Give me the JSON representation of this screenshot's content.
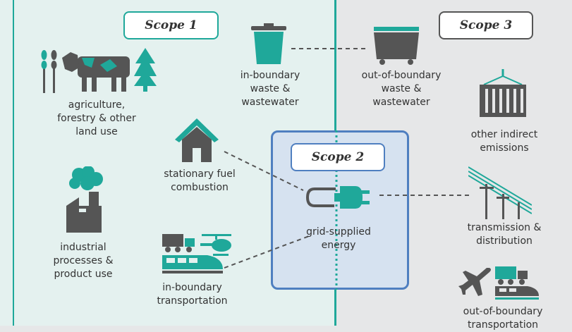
{
  "scopes": {
    "scope1": "Scope 1",
    "scope2": "Scope 2",
    "scope3": "Scope 3"
  },
  "labels": {
    "afolu": "agriculture,\nforestry & other\nland use",
    "industrial": "industrial\nprocesses &\nproduct use",
    "in_waste": "in-boundary\nwaste &\nwastewater",
    "stationary": "stationary fuel\ncombustion",
    "in_transport": "in-boundary\ntransportation",
    "grid": "grid-supplied\nenergy",
    "out_waste": "out-of-boundary\nwaste &\nwastewater",
    "other_indirect": "other indirect\nemissions",
    "transmission": "transmission &\ndistribution",
    "out_transport": "out-of-boundary\ntransportation"
  },
  "colors": {
    "teal": "#1fa89a",
    "dark_grey": "#555555",
    "scope2_border": "#4f7fc0",
    "scope2_fill": "#d6e2f0"
  }
}
